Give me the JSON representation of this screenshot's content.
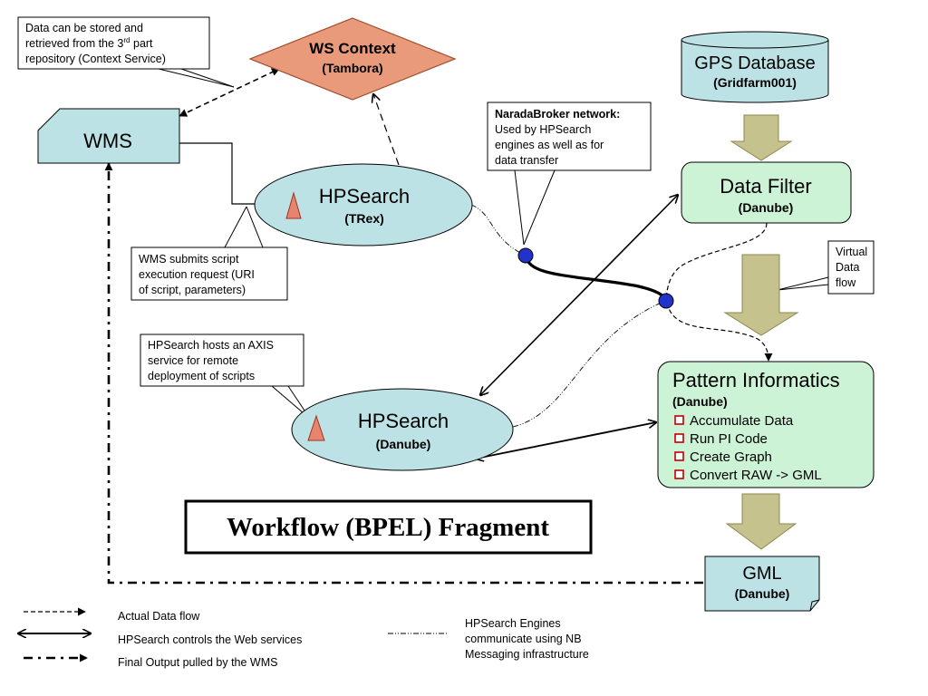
{
  "callouts": {
    "context_repo": [
      "Data can be stored and",
      "retrieved from the 3",
      "rd",
      " part",
      "repository (Context Service)"
    ],
    "narada_title": "NaradaBroker network:",
    "narada_lines": [
      "Used by HPSearch",
      "engines as well as for",
      "data transfer"
    ],
    "wms_submits": [
      "WMS submits script",
      "execution request (URI",
      "of script, parameters)"
    ],
    "axis_host": [
      "HPSearch hosts an AXIS",
      "service for remote",
      "deployment of scripts"
    ],
    "virtual_flow": [
      "Virtual",
      "Data",
      "flow"
    ]
  },
  "nodes": {
    "ws_context": {
      "title": "WS Context",
      "sub": "(Tambora)"
    },
    "wms": {
      "title": "WMS"
    },
    "gps_db": {
      "title": "GPS Database",
      "sub": "(Gridfarm001)"
    },
    "data_filter": {
      "title": "Data Filter",
      "sub": "(Danube)"
    },
    "hpsearch_trex": {
      "title": "HPSearch",
      "sub": "(TRex)"
    },
    "hpsearch_danube": {
      "title": "HPSearch",
      "sub": "(Danube)"
    },
    "pattern": {
      "title": "Pattern Informatics",
      "sub": "(Danube)",
      "steps": [
        "Accumulate Data",
        "Run PI Code",
        "Create Graph",
        "Convert RAW -> GML"
      ]
    },
    "gml": {
      "title": "GML",
      "sub": "(Danube)"
    }
  },
  "workflow_title": "Workflow (BPEL) Fragment",
  "legend": {
    "actual_flow": "Actual Data flow",
    "controls": "HPSearch controls the Web services",
    "final_output": "Final Output pulled by the WMS",
    "nb_lines": [
      "HPSearch Engines",
      "communicate using NB",
      "Messaging infrastructure"
    ]
  },
  "colors": {
    "node_fill": "#bde2e6",
    "green_fill": "#ccf3d6",
    "ws_fill": "#e89a7a",
    "arrow_fill": "#c6c28e",
    "triangle_fill": "#e8836e",
    "bullet": "#c00000",
    "nb_node": "#2233cc"
  }
}
